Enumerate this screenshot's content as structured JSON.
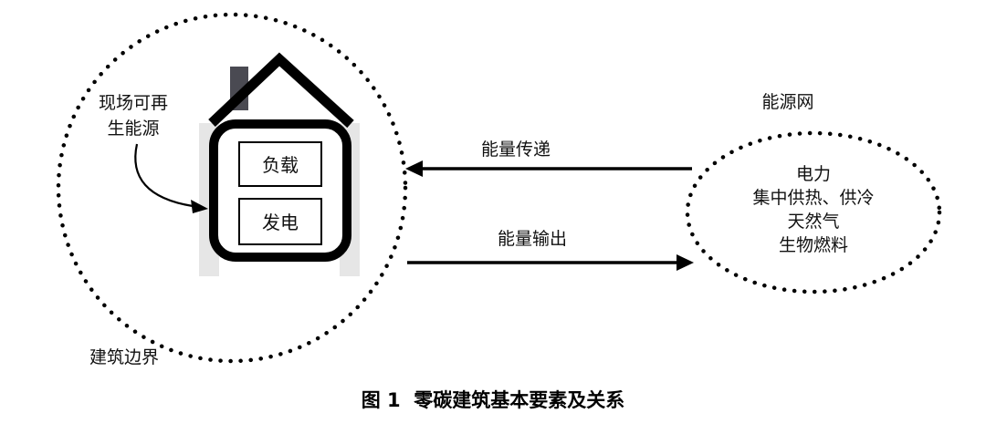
{
  "labels": {
    "onsite_renewable_line1": "现场可再",
    "onsite_renewable_line2": "生能源",
    "building_boundary": "建筑边界",
    "energy_grid": "能源网",
    "load": "负载",
    "generation": "发电",
    "energy_delivery": "能量传递",
    "energy_output": "能量输出",
    "grid_items": [
      "电力",
      "集中供热、供冷",
      "天然气",
      "生物燃料"
    ]
  },
  "caption": "图 1  零碳建筑基本要素及关系",
  "colors": {
    "line": "#000000",
    "chimney": "#4a4a52",
    "wall_shade": "#e6e6e6",
    "text": "#111111"
  },
  "icons": {
    "house": "house-icon",
    "chimney": "chimney-icon"
  }
}
